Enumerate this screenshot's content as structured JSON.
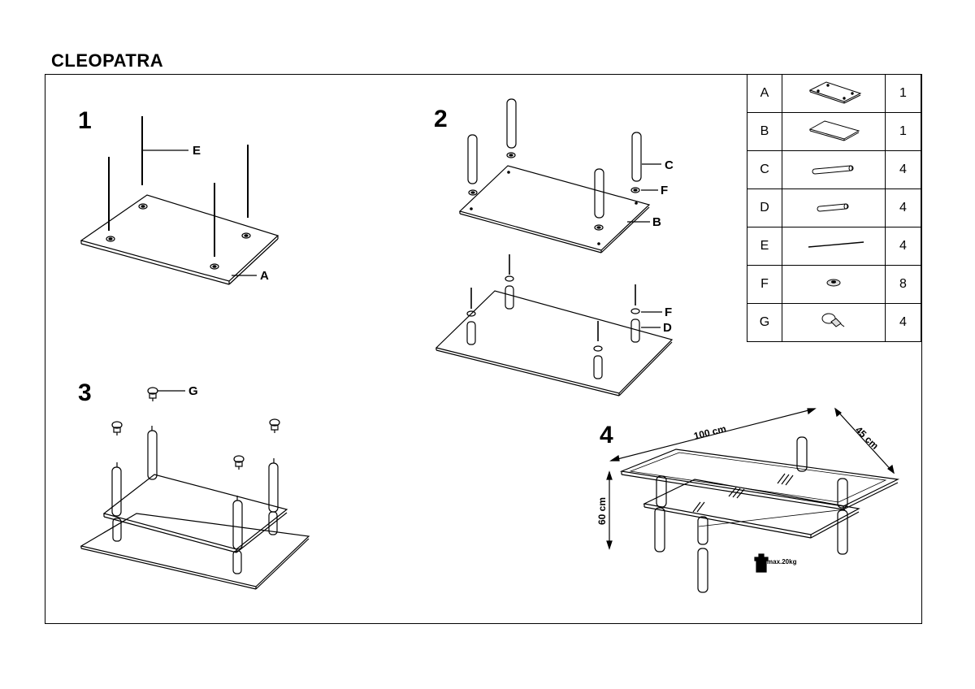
{
  "title": "CLEOPATRA",
  "steps": [
    "1",
    "2",
    "3",
    "4"
  ],
  "callouts": {
    "step1": [
      "E",
      "A"
    ],
    "step2": [
      "C",
      "F",
      "B",
      "F",
      "D"
    ],
    "step3": [
      "G"
    ]
  },
  "parts": [
    {
      "label": "A",
      "icon": "glass-top-with-holes-icon",
      "qty": "1"
    },
    {
      "label": "B",
      "icon": "glass-shelf-icon",
      "qty": "1"
    },
    {
      "label": "C",
      "icon": "long-leg-tube-icon",
      "qty": "4"
    },
    {
      "label": "D",
      "icon": "short-leg-tube-icon",
      "qty": "4"
    },
    {
      "label": "E",
      "icon": "threaded-rod-icon",
      "qty": "4"
    },
    {
      "label": "F",
      "icon": "rubber-washer-icon",
      "qty": "8"
    },
    {
      "label": "G",
      "icon": "leveling-foot-icon",
      "qty": "4"
    }
  ],
  "dimensions": {
    "width": "100 cm",
    "depth": "45 cm",
    "height": "60 cm"
  },
  "max_load": "max.20kg"
}
